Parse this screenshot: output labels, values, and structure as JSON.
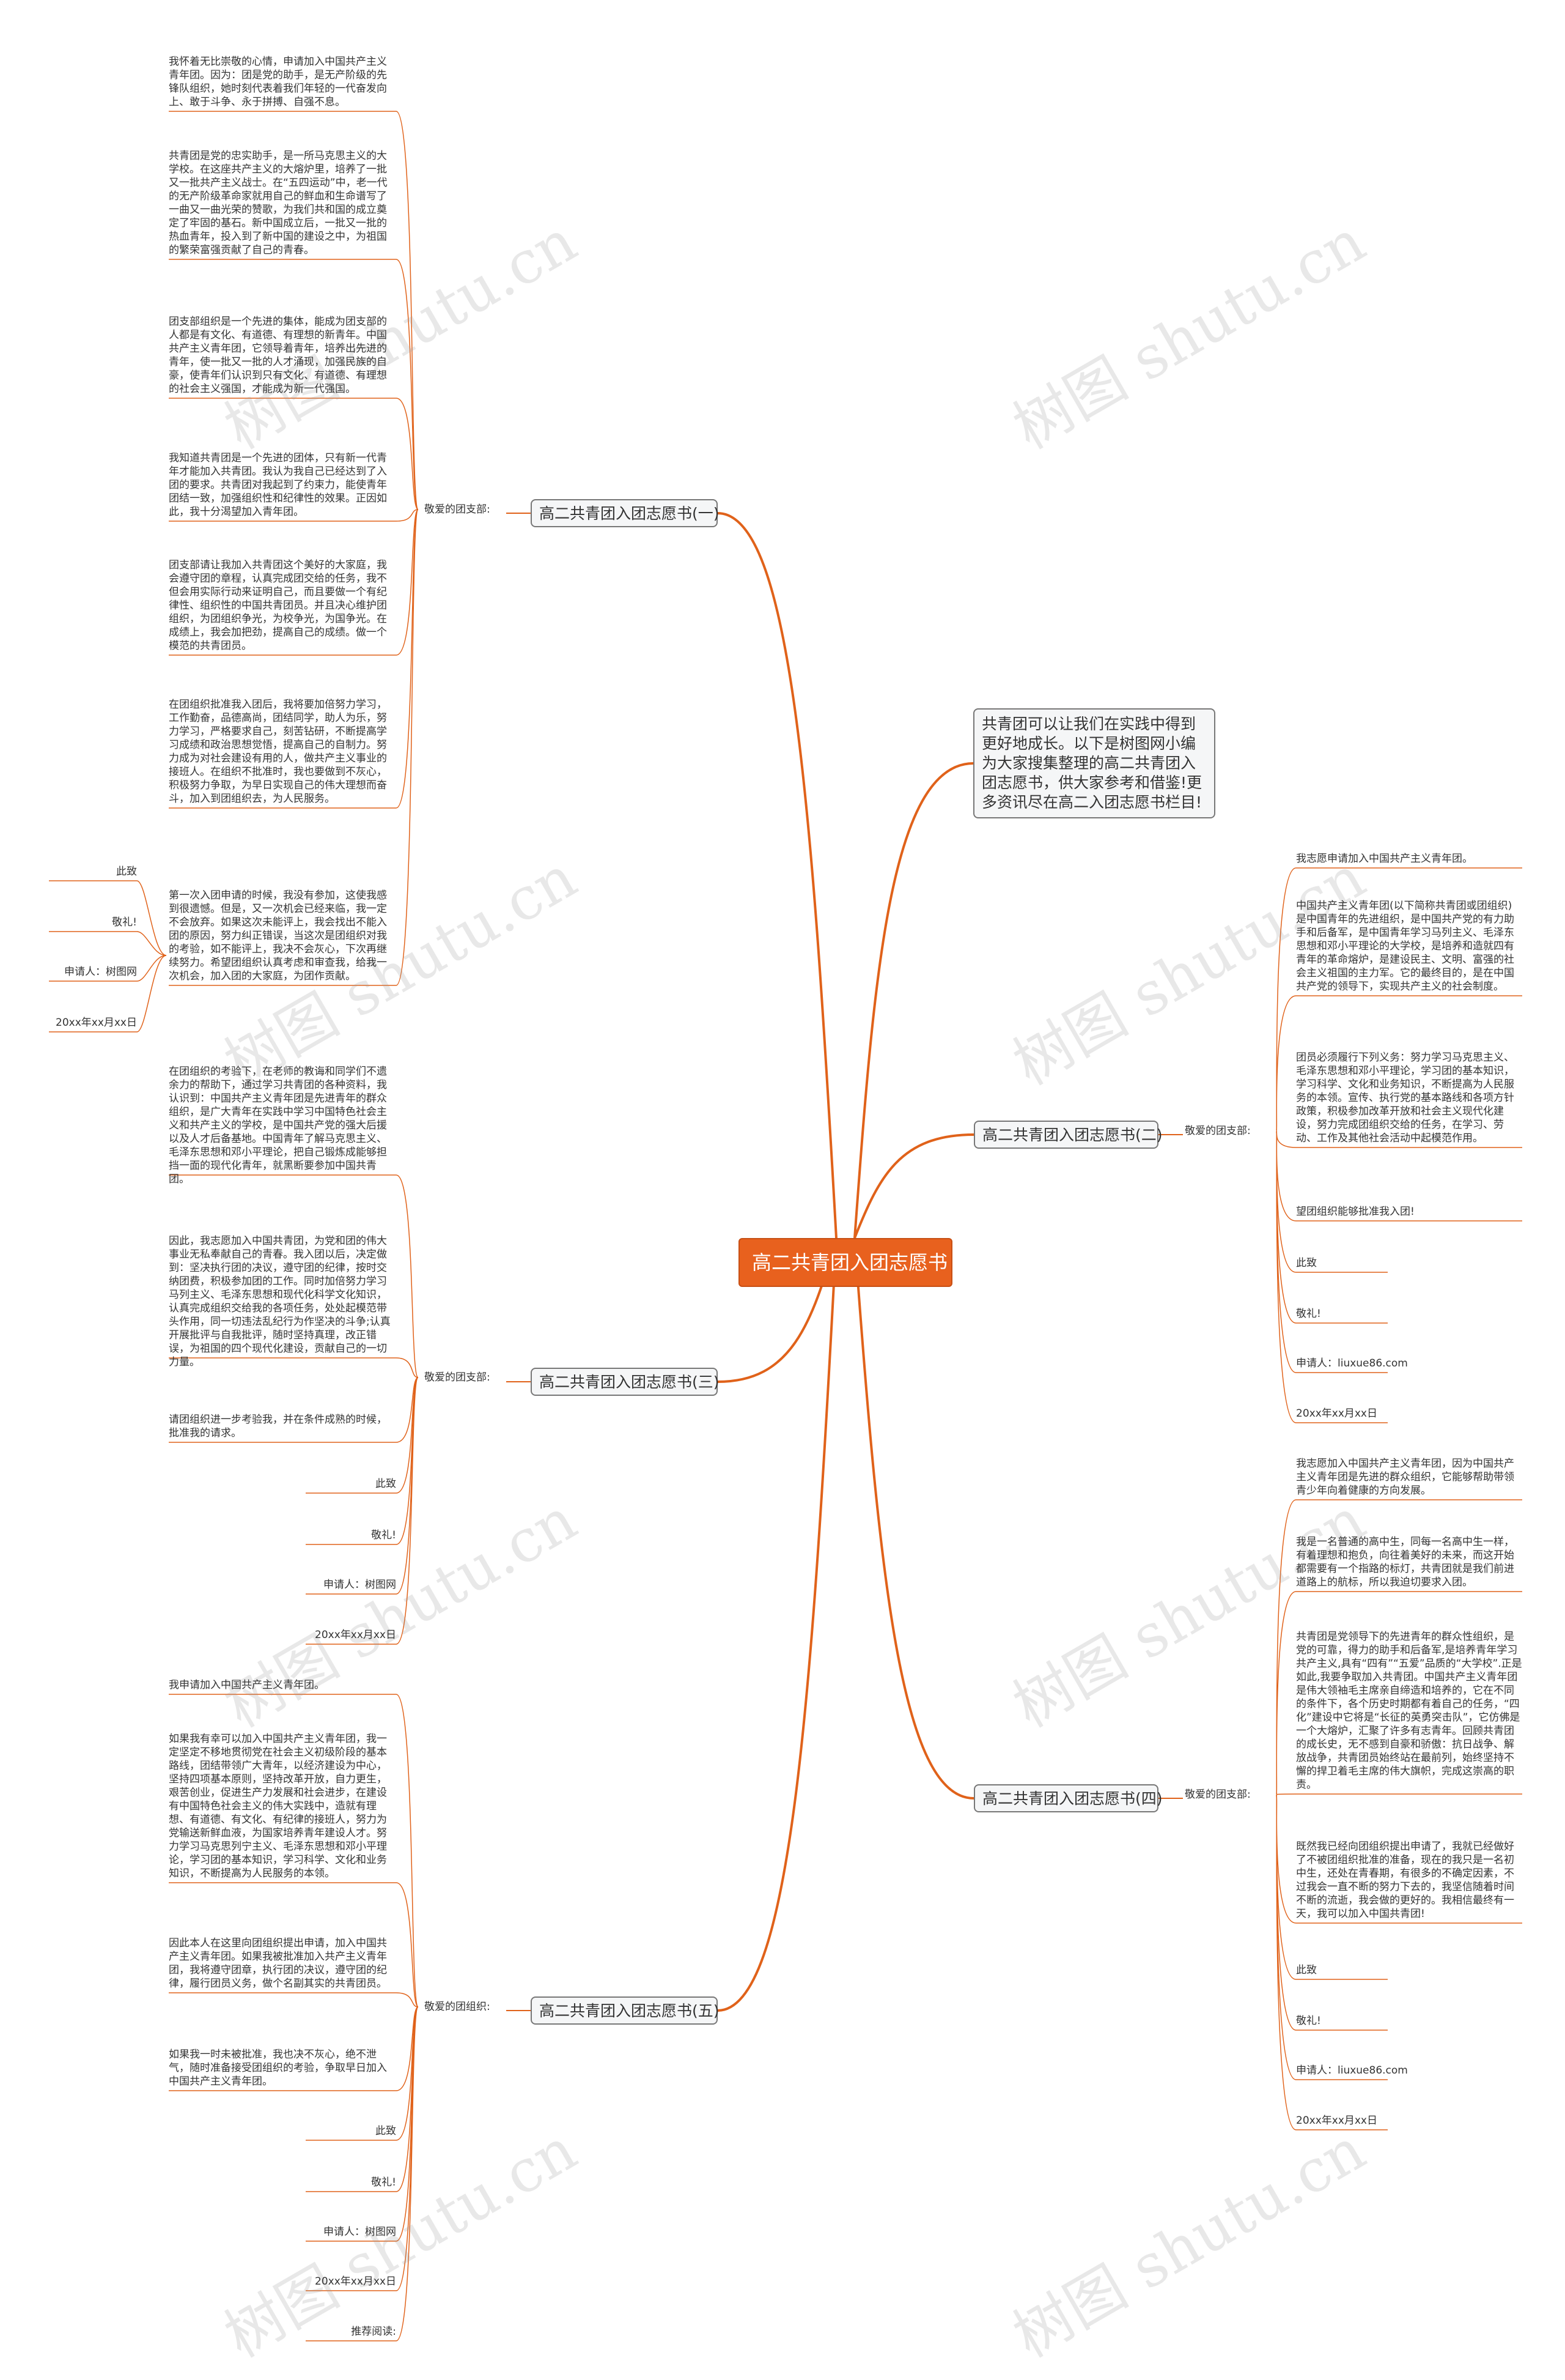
{
  "root": {
    "title": "高二共青团入团志愿书"
  },
  "intro": {
    "text": "共青团可以让我们在实践中得到更好地成长。以下是树图网小编为大家搜集整理的高二共青团入团志愿书，供大家参考和借鉴!更多资讯尽在高二入团志愿书栏目!"
  },
  "branches": [
    {
      "title": "高二共青团入团志愿书(一)",
      "label": "敬爱的团支部:",
      "paragraphs": [
        "我怀着无比崇敬的心情，申请加入中国共产主义青年团。因为：团是党的助手，是无产阶级的先锋队组织，她时刻代表着我们年轻的一代奋发向上、敢于斗争、永于拼搏、自强不息。",
        "共青团是党的忠实助手，是一所马克思主义的大学校。在这座共产主义的大熔炉里，培养了一批又一批共产主义战士。在“五四运动”中，老一代的无产阶级革命家就用自己的鲜血和生命谱写了一曲又一曲光荣的赞歌，为我们共和国的成立奠定了牢固的基石。新中国成立后，一批又一批的热血青年，投入到了新中国的建设之中，为祖国的繁荣富强贡献了自己的青春。",
        "团支部组织是一个先进的集体，能成为团支部的人都是有文化、有道德、有理想的新青年。中国共产主义青年团，它领导着青年，培养出先进的青年，使一批又一批的人才涌现，加强民族的自豪，使青年们认识到只有文化、有道德、有理想的社会主义强国，才能成为新一代强国。",
        "我知道共青团是一个先进的团体，只有新一代青年才能加入共青团。我认为我自己已经达到了入团的要求。共青团对我起到了约束力，能使青年团结一致，加强组织性和纪律性的效果。正因如此，我十分渴望加入青年团。",
        "团支部请让我加入共青团这个美好的大家庭，我会遵守团的章程，认真完成团交给的任务，我不但会用实际行动来证明自己，而且要做一个有纪律性、组织性的中国共青团员。并且决心维护团组织，为团组织争光，为校争光，为国争光。在成绩上，我会加把劲，提高自己的成绩。做一个模范的共青团员。",
        "在团组织批准我入团后，我将要加倍努力学习，工作勤奋，品德高尚，团结同学，助人为乐，努力学习，严格要求自己，刻苦钻研，不断提高学习成绩和政治思想觉悟，提高自己的自制力。努力成为对社会建设有用的人，做共产主义事业的接班人。在组织不批准时，我也要做到不灰心，积极努力争取，为早日实现自己的伟大理想而奋斗，加入到团组织去，为人民服务。",
        "第一次入团申请的时候，我没有参加，这使我感到很遗憾。但是，又一次机会已经来临，我一定不会放弃。如果这次未能评上，我会找出不能入团的原因，努力纠正错误，当这次是团组织对我的考验，如不能评上，我决不会灰心，下次再继续努力。希望团组织认真考虑和审查我，给我一次机会，加入团的大家庭，为团作贡献。"
      ],
      "leaves": [
        "此致",
        "敬礼!",
        "申请人：树图网",
        "20xx年xx月xx日"
      ]
    },
    {
      "title": "高二共青团入团志愿书(二)",
      "label": "敬爱的团支部:",
      "paragraphs": [
        "我志愿申请加入中国共产主义青年团。",
        "中国共产主义青年团(以下简称共青团或团组织)是中国青年的先进组织，是中国共产党的有力助手和后备军，是中国青年学习马列主义、毛泽东思想和邓小平理论的大学校，是培养和造就四有青年的革命熔炉，是建设民主、文明、富强的社会主义祖国的主力军。它的最终目的，是在中国共产党的领导下，实现共产主义的社会制度。",
        "团员必须履行下列义务：努力学习马克思主义、毛泽东思想和邓小平理论，学习团的基本知识，学习科学、文化和业务知识，不断提高为人民服务的本领。宣传、执行党的基本路线和各项方针政策，积极参加改革开放和社会主义现代化建设，努力完成团组织交给的任务，在学习、劳动、工作及其他社会活动中起模范作用。",
        "望团组织能够批准我入团!"
      ],
      "leaves": [
        "此致",
        "敬礼!",
        "申请人：liuxue86.com",
        "20xx年xx月xx日"
      ]
    },
    {
      "title": "高二共青团入团志愿书(三)",
      "label": "敬爱的团支部:",
      "paragraphs": [
        "在团组织的考验下，在老师的教诲和同学们不遗余力的帮助下，通过学习共青团的各种资料，我认识到：中国共产主义青年团是先进青年的群众组织，是广大青年在实践中学习中国特色社会主义和共产主义的学校，是中国共产党的强大后援以及人才后备基地。中国青年了解马克思主义、毛泽东思想和邓小平理论，把自己锻炼成能够担挡一面的现代化青年，就黑断要参加中国共青团。",
        "因此，我志愿加入中国共青团，为党和团的伟大事业无私奉献自己的青春。我入团以后，决定做到：坚决执行团的决议，遵守团的纪律，按时交纳团费，积极参加团的工作。同时加倍努力学习马列主义、毛泽东思想和现代化科学文化知识，认真完成组织交给我的各项任务，处处起模范带头作用，同一切违法乱纪行为作坚决的斗争;认真开展批评与自我批评，随时坚持真理，改正错误，为祖国的四个现代化建设，贡献自己的一切力量。",
        "请团组织进一步考验我，并在条件成熟的时候，批准我的请求。"
      ],
      "leaves": [
        "此致",
        "敬礼!",
        "申请人：树图网",
        "20xx年xx月xx日"
      ]
    },
    {
      "title": "高二共青团入团志愿书(四)",
      "label": "敬爱的团支部:",
      "paragraphs": [
        "我志愿加入中国共产主义青年团，因为中国共产主义青年团是先进的群众组织，它能够帮助带领青少年向着健康的方向发展。",
        "我是一名普通的高中生，同每一名高中生一样，有着理想和抱负，向往着美好的未来，而这开始都需要有一个指路的标灯，共青团就是我们前进道路上的航标，所以我迫切要求入团。",
        "共青团是党领导下的先进青年的群众性组织，是党的可靠，得力的助手和后备军,是培养青年学习共产主义,具有“四有”“五爱”品质的“大学校”.正是如此,我要争取加入共青团。中国共产主义青年团是伟大领袖毛主席亲自缔造和培养的，它在不同的条件下，各个历史时期都有着自己的任务，“四化”建设中它将是“长征的英勇突击队”，它仿佛是一个大熔炉，汇聚了许多有志青年。回顾共青团的成长史，无不感到自豪和骄傲：抗日战争、解放战争，共青团员始终站在最前列，始终坚持不懈的捍卫着毛主席的伟大旗帜，完成这崇高的职责。",
        "既然我已经向团组织提出申请了，我就已经做好了不被团组织批准的准备，现在的我只是一名初中生，还处在青春期，有很多的不确定因素，不过我会一直不断的努力下去的，我坚信随着时间不断的流逝，我会做的更好的。我相信最终有一天，我可以加入中国共青团!"
      ],
      "leaves": [
        "此致",
        "敬礼!",
        "申请人：liuxue86.com",
        "20xx年xx月xx日"
      ]
    },
    {
      "title": "高二共青团入团志愿书(五)",
      "label": "敬爱的团组织:",
      "paragraphs": [
        "我申请加入中国共产主义青年团。",
        "如果我有幸可以加入中国共产主义青年团，我一定坚定不移地贯彻党在社会主义初级阶段的基本路线，团结带领广大青年，以经济建设为中心，坚持四项基本原则，坚持改革开放，自力更生，艰苦创业，促进生产力发展和社会进步，在建设有中国特色社会主义的伟大实践中，造就有理想、有道德、有文化、有纪律的接班人，努力为党输送新鲜血液，为国家培养青年建设人才。努力学习马克思列宁主义、毛泽东思想和邓小平理论，学习团的基本知识，学习科学、文化和业务知识，不断提高为人民服务的本领。",
        "因此本人在这里向团组织提出申请，加入中国共产主义青年团。如果我被批准加入共产主义青年团，我将遵守团章，执行团的决议，遵守团的纪律，履行团员义务，做个名副其实的共青团员。",
        "如果我一时未被批准，我也决不灰心，绝不泄气，随时准备接受团组织的考验，争取早日加入中国共产主义青年团。"
      ],
      "leaves": [
        "此致",
        "敬礼!",
        "申请人：树图网",
        "20xx年xx月xx日",
        "推荐阅读:"
      ]
    }
  ],
  "watermark": {
    "text": "树图 shutu.cn"
  },
  "colors": {
    "accent": "#e8611e",
    "line": "#e0621a"
  }
}
